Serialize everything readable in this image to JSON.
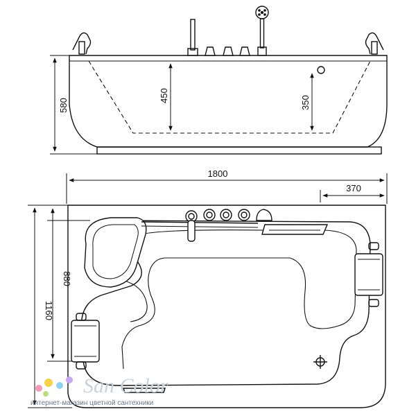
{
  "dimensions": {
    "height_total": "580",
    "depth_outer": "450",
    "depth_inner": "350",
    "length_total": "1800",
    "offset_right": "370",
    "width_total": "1160",
    "width_inner": "880"
  },
  "watermark": {
    "brand": "San Color",
    "tagline": "интернет-магазин цветной сантехники"
  },
  "colors": {
    "line": "#111111",
    "watermark_text": "#c9d3dc",
    "watermark_dots": [
      "#f29bb9",
      "#f6d34a",
      "#8fd2f0",
      "#b7e07c",
      "#c8a8f0"
    ]
  },
  "icons": [
    "hand-shower-icon",
    "faucet-icon",
    "control-knob-icon",
    "jet-nozzle-icon",
    "headrest-icon",
    "drain-icon",
    "grab-handle-icon"
  ]
}
